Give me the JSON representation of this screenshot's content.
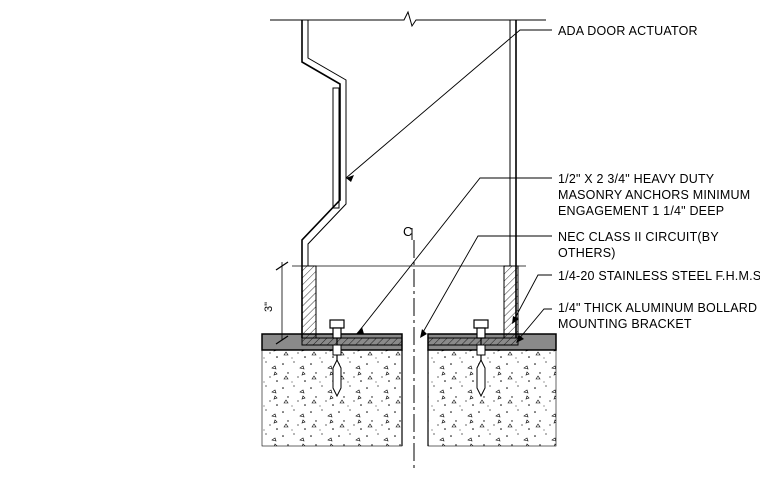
{
  "callouts": [
    {
      "id": "ada-actuator",
      "lines": [
        "ADA DOOR ACTUATOR"
      ]
    },
    {
      "id": "masonry-anchors",
      "lines": [
        "1/2\" X 2 3/4\" HEAVY DUTY",
        "MASONRY ANCHORS MINIMUM",
        "ENGAGEMENT 1 1/4\" DEEP"
      ]
    },
    {
      "id": "nec-circuit",
      "lines": [
        "NEC CLASS II CIRCUIT(BY",
        "OTHERS)"
      ]
    },
    {
      "id": "fhms-screw",
      "lines": [
        "1/4-20 STAINLESS STEEL F.H.M.S."
      ]
    },
    {
      "id": "mounting-bracket",
      "lines": [
        "1/4\" THICK ALUMINUM BOLLARD",
        "MOUNTING BRACKET"
      ]
    }
  ],
  "dimension": {
    "label": "3\""
  },
  "centerline": {
    "label": "C"
  },
  "colors": {
    "ink": "#000000",
    "concrete_fill": "#ffffff",
    "slab_fill": "#8a8a8a"
  }
}
